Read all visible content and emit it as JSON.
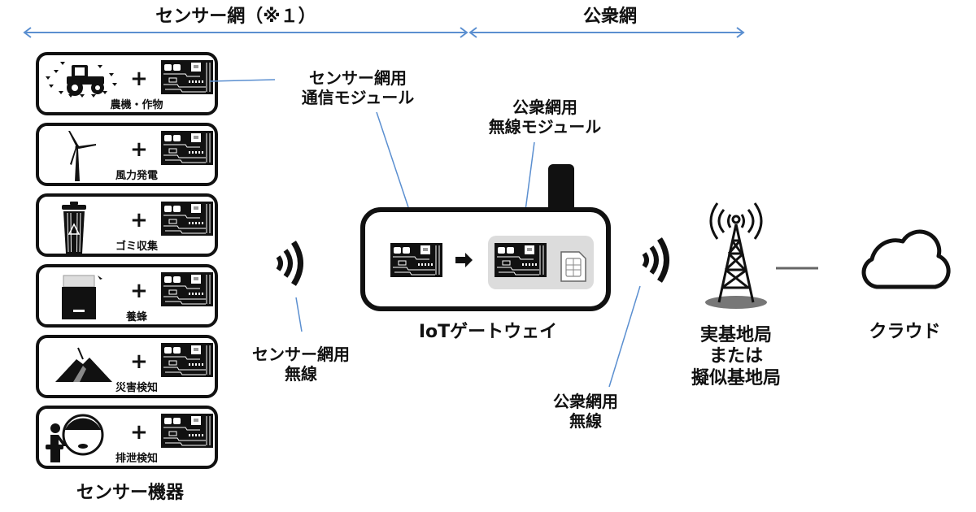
{
  "header": {
    "sensor_network_label": "センサー網（※１）",
    "public_network_label": "公衆網"
  },
  "sensor_devices": {
    "title": "センサー機器",
    "plus": "+",
    "items": [
      {
        "label": "農機・作物",
        "icon": "tractor-crops-icon"
      },
      {
        "label": "風力発電",
        "icon": "wind-turbine-icon"
      },
      {
        "label": "ゴミ収集",
        "icon": "trash-bin-icon"
      },
      {
        "label": "養蜂",
        "icon": "beehive-icon"
      },
      {
        "label": "災害検知",
        "icon": "landslide-icon"
      },
      {
        "label": "排泄検知",
        "icon": "toilet-person-icon"
      }
    ]
  },
  "callouts": {
    "sensor_module": [
      "センサー網用",
      "通信モジュール"
    ],
    "public_module": [
      "公衆網用",
      "無線モジュール"
    ],
    "sensor_wireless": [
      "センサー網用",
      "無線"
    ],
    "public_wireless": [
      "公衆網用",
      "無線"
    ]
  },
  "gateway": {
    "label": "IoTゲートウェイ"
  },
  "base_station": {
    "label": [
      "実基地局",
      "または",
      "擬似基地局"
    ]
  },
  "cloud": {
    "label": "クラウド"
  },
  "colors": {
    "arrow": "#5b8fd0",
    "leader": "#5b8fd0",
    "ink": "#111111",
    "sim_bg": "#dcdcdc"
  }
}
